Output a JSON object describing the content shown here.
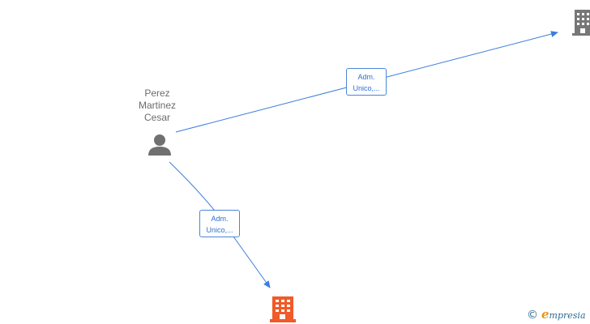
{
  "nodes": {
    "person": {
      "name_lines": [
        "Perez",
        "Martinez",
        "Cesar"
      ],
      "icon": "person-icon"
    },
    "company_top_right": {
      "icon": "building-icon",
      "color": "#777777"
    },
    "company_bottom": {
      "icon": "building-icon",
      "color": "#f15a29"
    }
  },
  "edges": [
    {
      "from": "person",
      "to": "company_top_right",
      "label_lines": [
        "Adm.",
        "Unico,..."
      ]
    },
    {
      "from": "person",
      "to": "company_bottom",
      "label_lines": [
        "Adm.",
        "Unico,..."
      ]
    }
  ],
  "colors": {
    "edge": "#3b7ddd",
    "label_border": "#4a86d8",
    "label_text": "#2f6fd1",
    "person_icon": "#707070"
  },
  "watermark": {
    "copyright": "©",
    "brand_initial": "e",
    "brand_rest": "mpresia"
  }
}
